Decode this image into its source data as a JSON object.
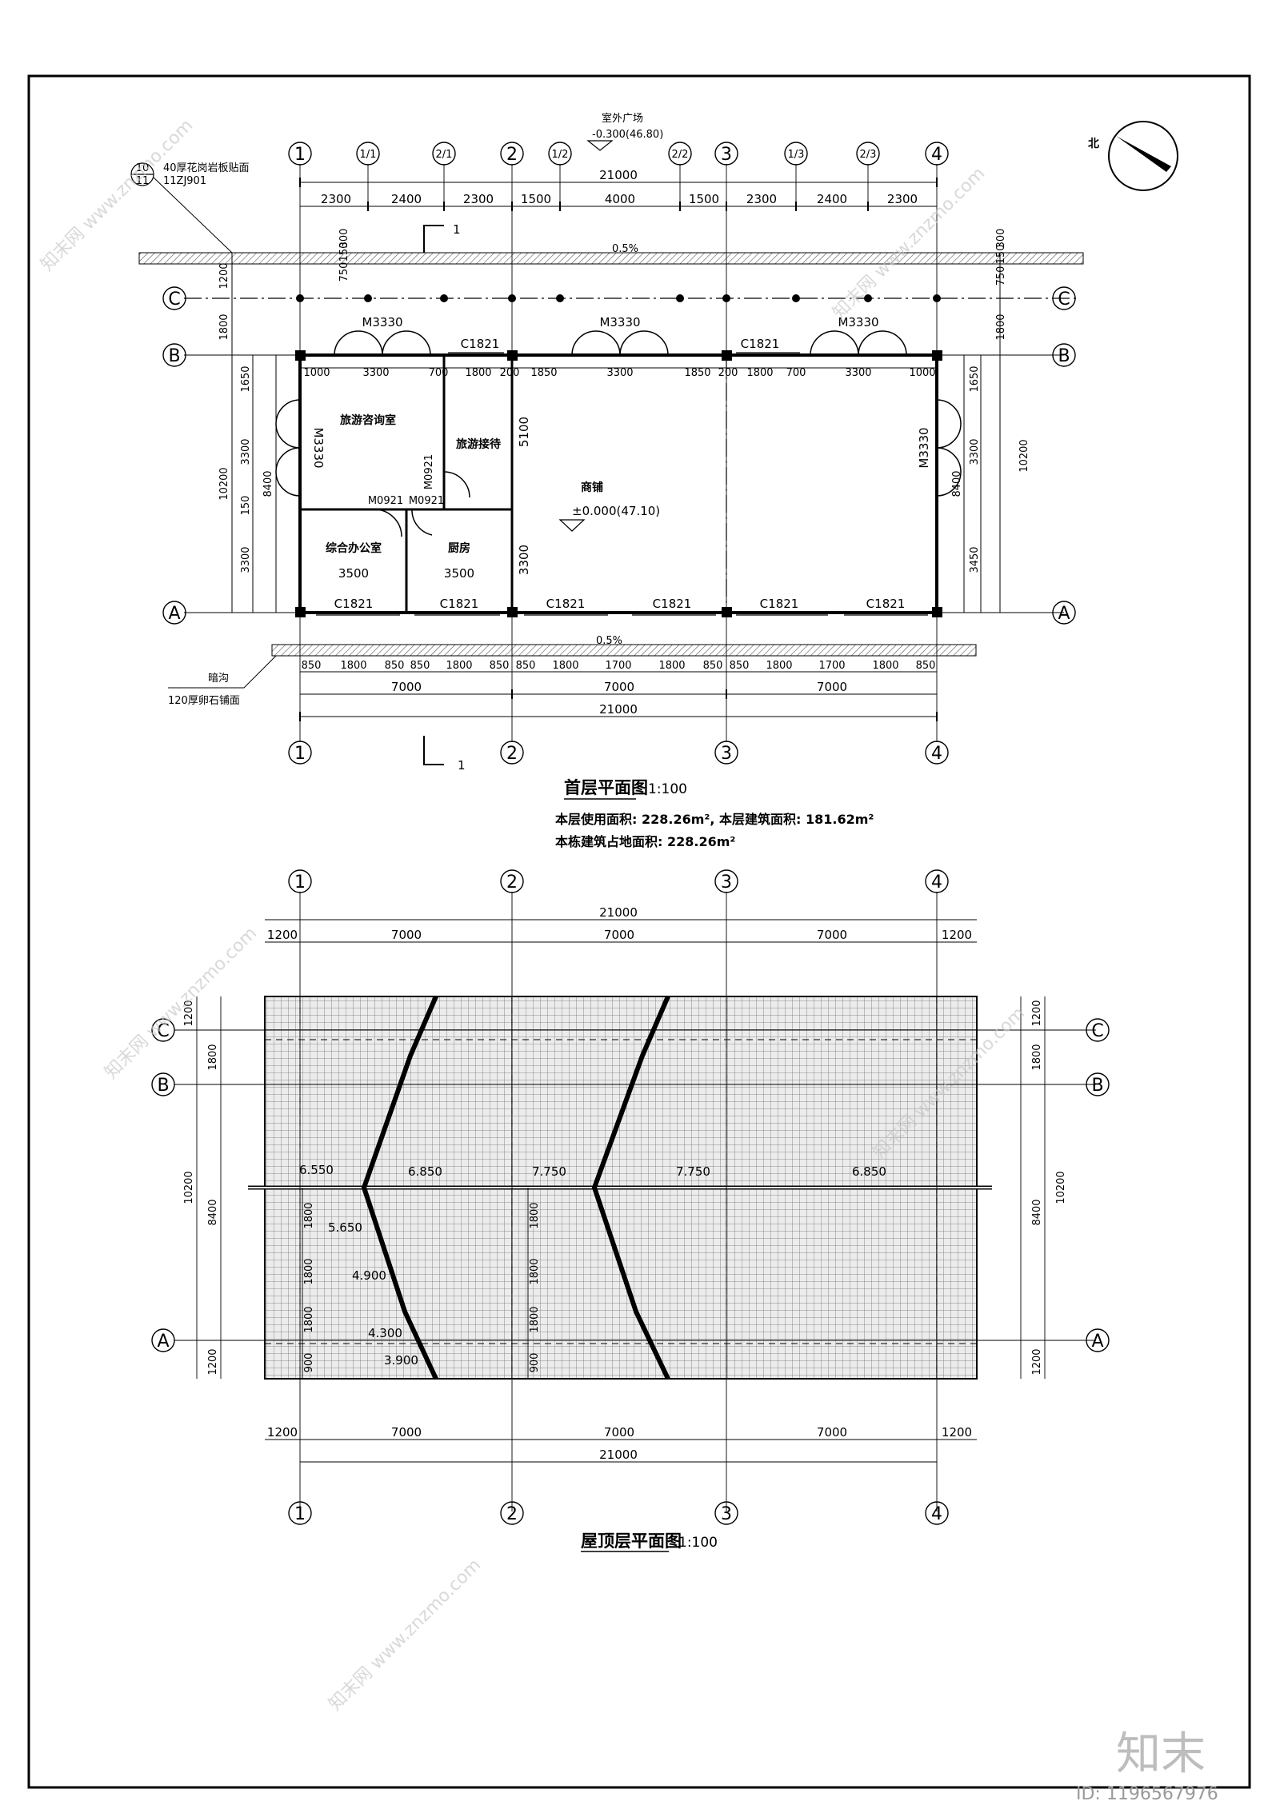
{
  "compass": {
    "label": "北"
  },
  "detail_ref": {
    "num1": "10",
    "num2": "11",
    "line1": "40厚花岗岩板贴面",
    "line2": "11ZJ901"
  },
  "outdoor": {
    "label": "室外广场",
    "level": "-0.300(46.80)"
  },
  "slope": "0.5%",
  "section_label": "1",
  "axes_top_ground": [
    "1",
    "1/1",
    "2/1",
    "2",
    "1/2",
    "2/2",
    "3",
    "1/3",
    "2/3",
    "4"
  ],
  "axes_bottom": [
    "1",
    "2",
    "3",
    "4"
  ],
  "row_axes": [
    "C",
    "B",
    "A"
  ],
  "ground": {
    "overall": "21000",
    "top_dims": [
      "2300",
      "2400",
      "2300",
      "1500",
      "4000",
      "1500",
      "2300",
      "2400",
      "2300"
    ],
    "door_row_dims": [
      "1000",
      "3300",
      "700",
      "1800",
      "200",
      "1850",
      "3300",
      "1850",
      "200",
      "1800",
      "700",
      "3300",
      "1000"
    ],
    "bottom_dims": [
      "850",
      "1800",
      "850",
      "850",
      "1800",
      "850",
      "850",
      "1800",
      "1700",
      "1800",
      "850",
      "850",
      "1800",
      "1700",
      "1800",
      "850"
    ],
    "bays": [
      "7000",
      "7000",
      "7000"
    ],
    "left_vertical": [
      "1200",
      "1800",
      "10200",
      "1650",
      "3300",
      "150",
      "3300",
      "8400"
    ],
    "left_ext": [
      "750",
      "150",
      "300"
    ],
    "right_vertical": [
      "750",
      "150",
      "300",
      "1800",
      "10200",
      "1650",
      "3300",
      "3450",
      "8400"
    ],
    "rooms": [
      "旅游咨询室",
      "旅游接待",
      "综合办公室",
      "厨房",
      "商铺"
    ],
    "room_widths": [
      "3500",
      "3500"
    ],
    "dim_5100": "5100",
    "dim_3300": "3300",
    "doors": [
      "M3330",
      "M3330",
      "M3330",
      "M3330",
      "M3330",
      "M0921",
      "M0921",
      "M0921"
    ],
    "windows": [
      "C1821",
      "C1821",
      "C1821",
      "C1821",
      "C1821",
      "C1821",
      "C1821",
      "C1821"
    ],
    "level": "±0.000(47.10)",
    "drain_label": "暗沟",
    "drain_note": "120厚卵石铺面",
    "title": "首层平面图",
    "scale": "1:100",
    "area_line1": "本层使用面积: 228.26m², 本层建筑面积: 181.62m²",
    "area_line2": "本栋建筑占地面积: 228.26m²"
  },
  "roof": {
    "overall": "21000",
    "dims": [
      "1200",
      "7000",
      "7000",
      "7000",
      "1200"
    ],
    "left_vertical": [
      "1200",
      "1800",
      "10200",
      "8400",
      "1800",
      "1800",
      "1800",
      "1200"
    ],
    "right_vertical": [
      "1200",
      "1800",
      "10200",
      "8400",
      "1200"
    ],
    "inner_dims": [
      "900",
      "1800",
      "1800",
      "1800",
      "900"
    ],
    "levels": [
      "6.550",
      "6.850",
      "7.750",
      "7.750",
      "6.850",
      "5.650",
      "4.900",
      "4.300",
      "3.900"
    ],
    "title": "屋顶层平面图",
    "scale": "1:100"
  },
  "watermark": {
    "text": "知末网 www.znzmo.com",
    "brand": "知末",
    "id": "ID: 1196567976"
  }
}
